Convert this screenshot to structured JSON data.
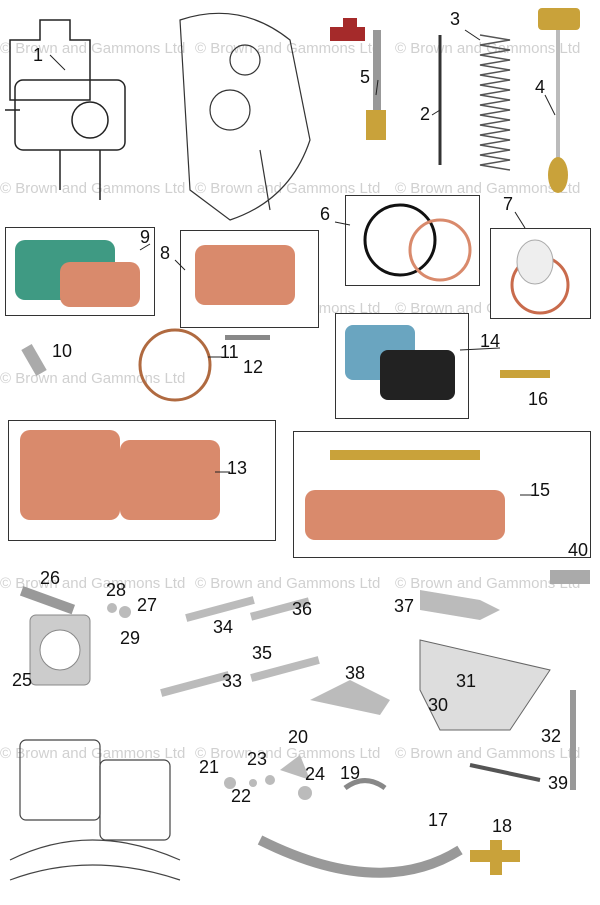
{
  "watermark": "© Brown and Gammons Ltd",
  "colors": {
    "gasket": "#d98a6c",
    "metal": "#a9a9a9",
    "brass": "#c9a23a",
    "seal_red": "#a52a2a",
    "blue_gasket": "#6aa5c0",
    "green_gasket": "#3f9a83"
  },
  "parts": [
    {
      "id": "1",
      "label": "1"
    },
    {
      "id": "2",
      "label": "2"
    },
    {
      "id": "3",
      "label": "3"
    },
    {
      "id": "4",
      "label": "4"
    },
    {
      "id": "5",
      "label": "5"
    },
    {
      "id": "6",
      "label": "6"
    },
    {
      "id": "7",
      "label": "7"
    },
    {
      "id": "8",
      "label": "8"
    },
    {
      "id": "9",
      "label": "9"
    },
    {
      "id": "10",
      "label": "10"
    },
    {
      "id": "11",
      "label": "11"
    },
    {
      "id": "12",
      "label": "12"
    },
    {
      "id": "13",
      "label": "13"
    },
    {
      "id": "14",
      "label": "14"
    },
    {
      "id": "15",
      "label": "15"
    },
    {
      "id": "16",
      "label": "16"
    },
    {
      "id": "17",
      "label": "17"
    },
    {
      "id": "18",
      "label": "18"
    },
    {
      "id": "19",
      "label": "19"
    },
    {
      "id": "20",
      "label": "20"
    },
    {
      "id": "21",
      "label": "21"
    },
    {
      "id": "22",
      "label": "22"
    },
    {
      "id": "23",
      "label": "23"
    },
    {
      "id": "24",
      "label": "24"
    },
    {
      "id": "25",
      "label": "25"
    },
    {
      "id": "26",
      "label": "26"
    },
    {
      "id": "27",
      "label": "27"
    },
    {
      "id": "28",
      "label": "28"
    },
    {
      "id": "29",
      "label": "29"
    },
    {
      "id": "30",
      "label": "30"
    },
    {
      "id": "31",
      "label": "31"
    },
    {
      "id": "32",
      "label": "32"
    },
    {
      "id": "33",
      "label": "33"
    },
    {
      "id": "34",
      "label": "34"
    },
    {
      "id": "35",
      "label": "35"
    },
    {
      "id": "36",
      "label": "36"
    },
    {
      "id": "37",
      "label": "37"
    },
    {
      "id": "38",
      "label": "38"
    },
    {
      "id": "39",
      "label": "39"
    },
    {
      "id": "40",
      "label": "40"
    }
  ]
}
